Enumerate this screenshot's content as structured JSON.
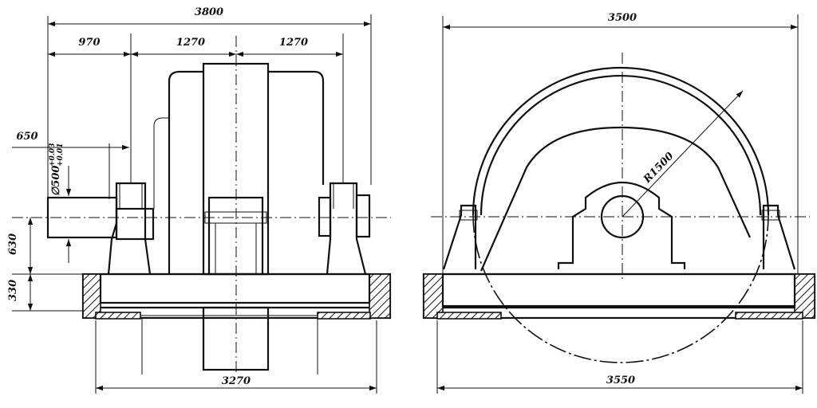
{
  "front_view": {
    "dim_overall_width": "3800",
    "dim_left_offset": "970",
    "dim_mid_left": "1270",
    "dim_mid_right": "1270",
    "dim_shaft_extension": "650",
    "dim_shaft_diameter": "∅500",
    "dim_shaft_tolerance_upper": "+0.03",
    "dim_shaft_tolerance_lower": "+0.01",
    "dim_axis_height": "630",
    "dim_base_height": "330",
    "dim_base_width": "3270"
  },
  "side_view": {
    "dim_overall_width": "3500",
    "dim_radius": "R1500",
    "dim_base_width": "3550"
  }
}
